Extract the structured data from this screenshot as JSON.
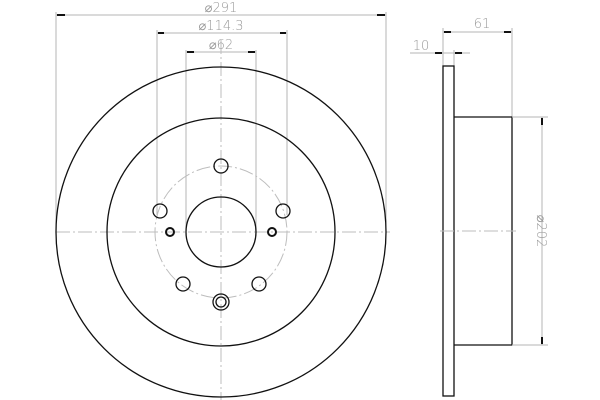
{
  "drawing": {
    "subject": "Brake disc technical drawing",
    "front_view": {
      "dimensions": {
        "outer_diameter": "⌀291",
        "bolt_circle": "⌀114.3",
        "center_bore": "⌀62"
      }
    },
    "side_view": {
      "dimensions": {
        "thickness": "10",
        "total_height": "61",
        "hub_diameter": "⌀202"
      }
    },
    "colors": {
      "outline": "#111111",
      "dimension": "#9a9a9a",
      "centerline": "#bdbdbd"
    }
  }
}
